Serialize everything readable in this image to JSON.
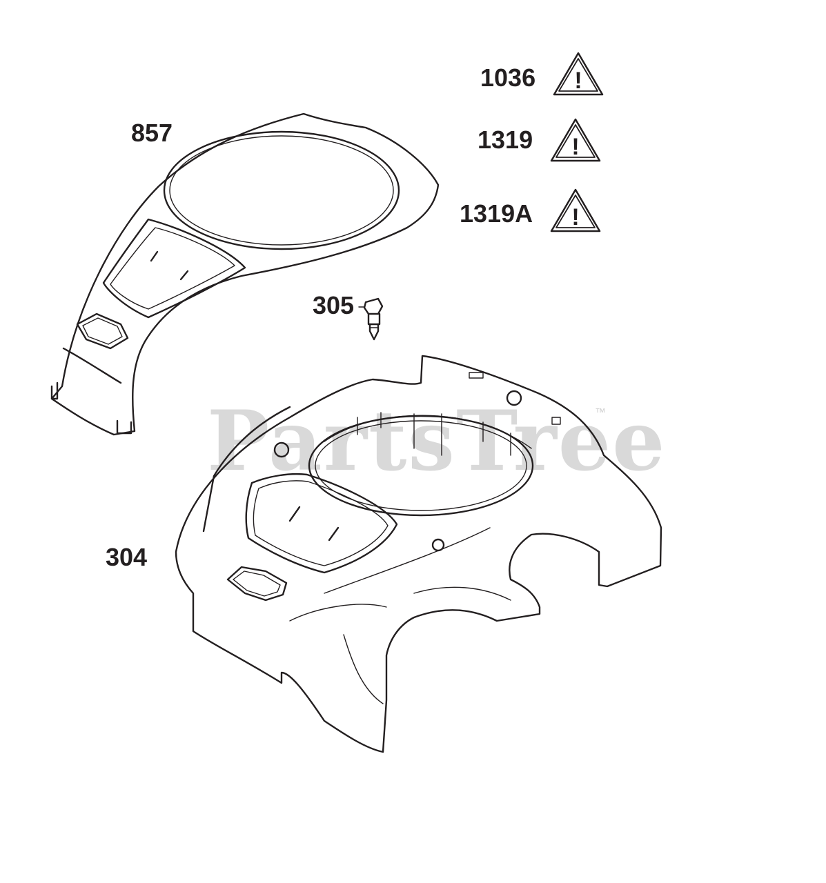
{
  "watermark": {
    "brand": "PartsTree",
    "trademark": "™"
  },
  "callouts": {
    "c1036": "1036",
    "c1319": "1319",
    "c1319a": "1319A",
    "c857": "857",
    "c305": "305",
    "c304": "304"
  },
  "icons": {
    "warning": "warning-triangle-icon",
    "warning_glyph": "!"
  },
  "colors": {
    "ink": "#231f20",
    "watermark": "#d9d9d9"
  }
}
